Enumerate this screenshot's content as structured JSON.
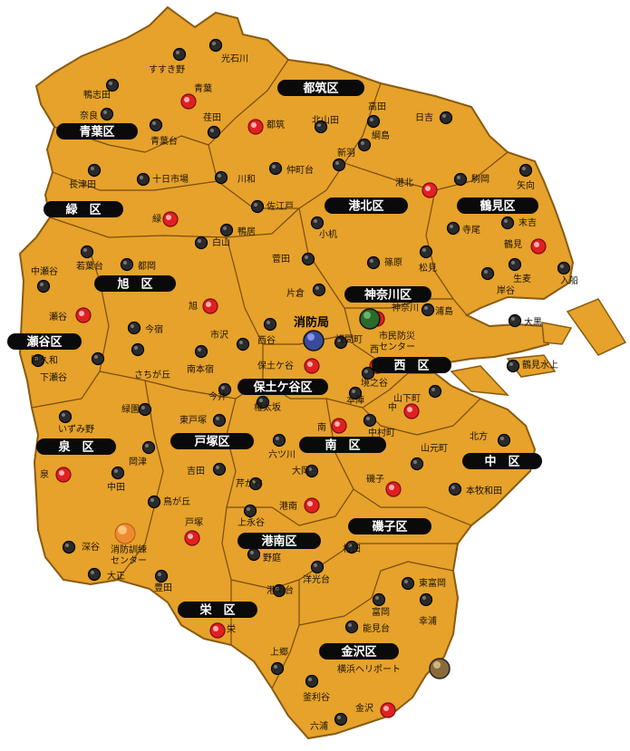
{
  "colors": {
    "land": "#e6a22a",
    "outline": "#8a5a10",
    "sea": "#ffffff",
    "sub_station": "#2a2a2a",
    "main_station": "#e02020",
    "hq": "#3a4a9a",
    "civic_center": "#2a6a2a",
    "training_center": "#f08a30",
    "heliport": "#8a6a3a"
  },
  "wards": [
    {
      "id": "aoba",
      "label": "青葉区"
    },
    {
      "id": "tsuzuki",
      "label": "都筑区"
    },
    {
      "id": "midori",
      "label": "緑　区"
    },
    {
      "id": "kohoku",
      "label": "港北区"
    },
    {
      "id": "tsurumi",
      "label": "鶴見区"
    },
    {
      "id": "asahi",
      "label": "旭　区"
    },
    {
      "id": "kanagawa",
      "label": "神奈川区"
    },
    {
      "id": "seya",
      "label": "瀬谷区"
    },
    {
      "id": "nishi",
      "label": "西　区"
    },
    {
      "id": "hodogaya",
      "label": "保土ケ谷区"
    },
    {
      "id": "izumi",
      "label": "泉　区"
    },
    {
      "id": "totsuka",
      "label": "戸塚区"
    },
    {
      "id": "minami",
      "label": "南　区"
    },
    {
      "id": "naka",
      "label": "中　区"
    },
    {
      "id": "isogo",
      "label": "磯子区"
    },
    {
      "id": "konan",
      "label": "港南区"
    },
    {
      "id": "sakae",
      "label": "栄　区"
    },
    {
      "id": "kanazawa",
      "label": "金沢区"
    }
  ],
  "stations": [
    {
      "kind": "sub",
      "label": "光石川"
    },
    {
      "kind": "sub",
      "label": "すすき野"
    },
    {
      "kind": "sub",
      "label": "鴨志田"
    },
    {
      "kind": "main",
      "label": "青葉"
    },
    {
      "kind": "sub",
      "label": "奈良"
    },
    {
      "kind": "sub",
      "label": "青葉台"
    },
    {
      "kind": "sub",
      "label": "荏田"
    },
    {
      "kind": "main",
      "label": "都筑"
    },
    {
      "kind": "sub",
      "label": "北山田"
    },
    {
      "kind": "sub",
      "label": "高田"
    },
    {
      "kind": "sub",
      "label": "日吉"
    },
    {
      "kind": "sub",
      "label": "綱島"
    },
    {
      "kind": "sub",
      "label": "新羽"
    },
    {
      "kind": "sub",
      "label": "仲町台"
    },
    {
      "kind": "sub",
      "label": "川和"
    },
    {
      "kind": "sub",
      "label": "長津田"
    },
    {
      "kind": "sub",
      "label": "十日市場"
    },
    {
      "kind": "main",
      "label": "港北"
    },
    {
      "kind": "sub",
      "label": "駒岡"
    },
    {
      "kind": "sub",
      "label": "矢向"
    },
    {
      "kind": "sub",
      "label": "佐江戸"
    },
    {
      "kind": "main",
      "label": "緑"
    },
    {
      "kind": "sub",
      "label": "小机"
    },
    {
      "kind": "sub",
      "label": "末吉"
    },
    {
      "kind": "sub",
      "label": "寺尾"
    },
    {
      "kind": "main",
      "label": "鶴見"
    },
    {
      "kind": "sub",
      "label": "鴨居"
    },
    {
      "kind": "sub",
      "label": "白山"
    },
    {
      "kind": "sub",
      "label": "若葉台"
    },
    {
      "kind": "sub",
      "label": "都岡"
    },
    {
      "kind": "sub",
      "label": "菅田"
    },
    {
      "kind": "sub",
      "label": "篠原"
    },
    {
      "kind": "sub",
      "label": "松見"
    },
    {
      "kind": "sub",
      "label": "生麦"
    },
    {
      "kind": "sub",
      "label": "中瀬谷"
    },
    {
      "kind": "sub",
      "label": "片倉"
    },
    {
      "kind": "sub",
      "label": "岸谷"
    },
    {
      "kind": "sub",
      "label": "入船"
    },
    {
      "kind": "main",
      "label": "旭"
    },
    {
      "kind": "main",
      "label": "瀬谷"
    },
    {
      "kind": "sub",
      "label": "今宿"
    },
    {
      "kind": "sub",
      "label": "西谷"
    },
    {
      "kind": "main",
      "label": "神奈川"
    },
    {
      "kind": "sub",
      "label": "浦島"
    },
    {
      "kind": "sub",
      "label": "大黒"
    },
    {
      "kind": "sub",
      "label": "市沢"
    },
    {
      "kind": "sub",
      "label": "浅間町"
    },
    {
      "kind": "main",
      "label": "西"
    },
    {
      "kind": "sub",
      "label": "阿久和"
    },
    {
      "kind": "sub",
      "label": "下瀬谷"
    },
    {
      "kind": "sub",
      "label": "さちが丘"
    },
    {
      "kind": "sub",
      "label": "南本宿"
    },
    {
      "kind": "main",
      "label": "保土ケ谷"
    },
    {
      "kind": "sub",
      "label": "境之谷"
    },
    {
      "kind": "sub",
      "label": "鶴見水上"
    },
    {
      "kind": "sub",
      "label": "今井"
    },
    {
      "kind": "sub",
      "label": "権太坂"
    },
    {
      "kind": "sub",
      "label": "本陣"
    },
    {
      "kind": "sub",
      "label": "山下町"
    },
    {
      "kind": "sub",
      "label": "いずみ野"
    },
    {
      "kind": "sub",
      "label": "緑園"
    },
    {
      "kind": "sub",
      "label": "東戸塚"
    },
    {
      "kind": "main",
      "label": "南"
    },
    {
      "kind": "sub",
      "label": "中村町"
    },
    {
      "kind": "main",
      "label": "中"
    },
    {
      "kind": "sub",
      "label": "北方"
    },
    {
      "kind": "sub",
      "label": "六ツ川"
    },
    {
      "kind": "sub",
      "label": "岡津"
    },
    {
      "kind": "main",
      "label": "泉"
    },
    {
      "kind": "sub",
      "label": "中田"
    },
    {
      "kind": "sub",
      "label": "吉田"
    },
    {
      "kind": "sub",
      "label": "大岡"
    },
    {
      "kind": "sub",
      "label": "山元町"
    },
    {
      "kind": "sub",
      "label": "芹が谷"
    },
    {
      "kind": "main",
      "label": "磯子"
    },
    {
      "kind": "sub",
      "label": "本牧和田"
    },
    {
      "kind": "sub",
      "label": "鳥が丘"
    },
    {
      "kind": "main",
      "label": "港南"
    },
    {
      "kind": "sub",
      "label": "上永谷"
    },
    {
      "kind": "main",
      "label": "戸塚"
    },
    {
      "kind": "sub",
      "label": "深谷"
    },
    {
      "kind": "sub",
      "label": "杉田"
    },
    {
      "kind": "sub",
      "label": "野庭"
    },
    {
      "kind": "sub",
      "label": "大正"
    },
    {
      "kind": "sub",
      "label": "洋光台"
    },
    {
      "kind": "sub",
      "label": "東富岡"
    },
    {
      "kind": "sub",
      "label": "豊田"
    },
    {
      "kind": "sub",
      "label": "港南台"
    },
    {
      "kind": "sub",
      "label": "富岡"
    },
    {
      "kind": "sub",
      "label": "幸浦"
    },
    {
      "kind": "main",
      "label": "栄"
    },
    {
      "kind": "sub",
      "label": "能見台"
    },
    {
      "kind": "sub",
      "label": "上郷"
    },
    {
      "kind": "sub",
      "label": "釜利谷"
    },
    {
      "kind": "main",
      "label": "金沢"
    },
    {
      "kind": "sub",
      "label": "六浦"
    }
  ],
  "hq": {
    "label": "消防局"
  },
  "civic_center": {
    "line1": "市民防災",
    "line2": "センター"
  },
  "training_center": {
    "line1": "消防訓練",
    "line2": "センター"
  },
  "heliport": {
    "label": "横浜ヘリポート"
  }
}
